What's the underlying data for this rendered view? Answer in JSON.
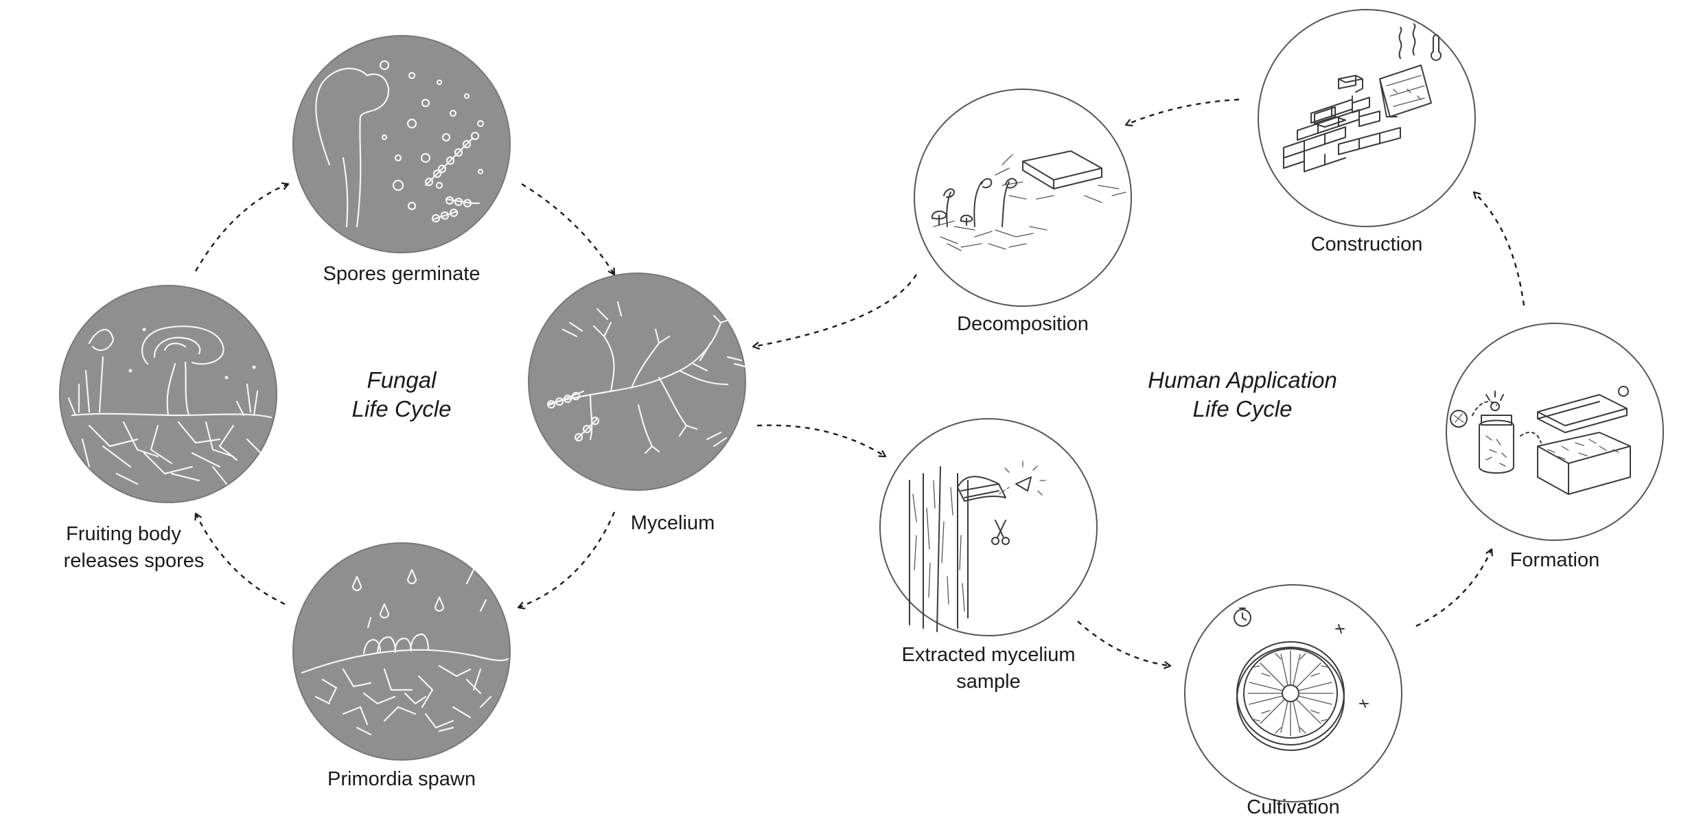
{
  "cycles": {
    "fungal": {
      "title_line1": "Fungal",
      "title_line2": "Life Cycle",
      "stages": {
        "spores": "Spores germinate",
        "mycelium": "Mycelium",
        "primordia": "Primordia spawn",
        "fruiting_line1": "Fruiting body",
        "fruiting_line2": "releases spores"
      }
    },
    "human": {
      "title_line1": "Human Application",
      "title_line2": "Life Cycle",
      "stages": {
        "extracted_line1": "Extracted mycelium",
        "extracted_line2": "sample",
        "cultivation": "Cultivation",
        "formation": "Formation",
        "construction": "Construction",
        "decomposition": "Decomposition"
      }
    }
  },
  "colors": {
    "fungal_circle_fill": "#8f8f8f",
    "human_circle_fill": "#ffffff",
    "circle_stroke": "#555555",
    "arrow": "#1a1a1a"
  }
}
